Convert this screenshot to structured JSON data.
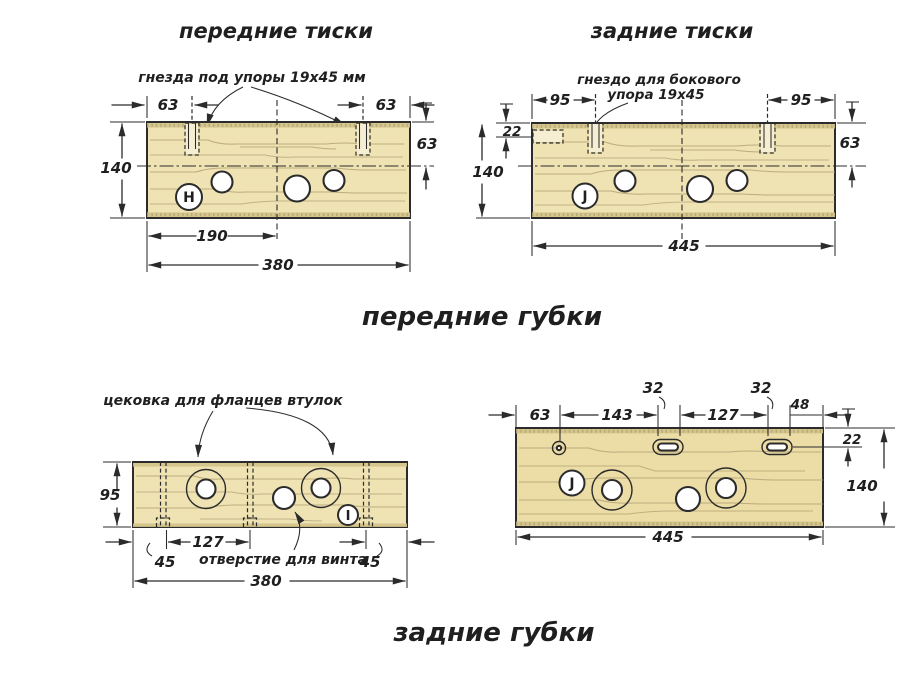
{
  "headings": {
    "front_jaws": "передние губки",
    "rear_jaws": "задние губки"
  },
  "front_vise": {
    "title": "передние тиски",
    "callout_sockets": "гнезда под упоры 19х45 мм",
    "part_label": "H",
    "dims": {
      "socket_left": "63",
      "socket_right": "63",
      "socket_depth": "63",
      "height": "140",
      "center_offset": "190",
      "width": "380"
    }
  },
  "rear_vise": {
    "title": "задние тиски",
    "callout_line1": "гнездо для бокового",
    "callout_line2": "упора 19х45",
    "part_label": "J",
    "dims": {
      "socket_left": "95",
      "socket_right": "95",
      "side_socket_depth": "22",
      "height": "140",
      "socket_depth": "63",
      "width": "445"
    }
  },
  "front_jaw_plate": {
    "callout_counterbore": "цековка для фланцев втулок",
    "callout_screw_hole": "отверстие для винта",
    "part_label": "I",
    "dims": {
      "height": "95",
      "edge_left": "45",
      "between_bushings": "127",
      "edge_right": "45",
      "width": "380"
    }
  },
  "rear_jaw_plate": {
    "part_label": "J",
    "dims": {
      "hole_offset": "63",
      "hole_to_slot": "143",
      "slot_len_left": "32",
      "slot_to_slot": "127",
      "slot_len_right": "32",
      "slot_to_edge": "48",
      "slot_depth": "22",
      "height": "140",
      "width": "445"
    }
  }
}
